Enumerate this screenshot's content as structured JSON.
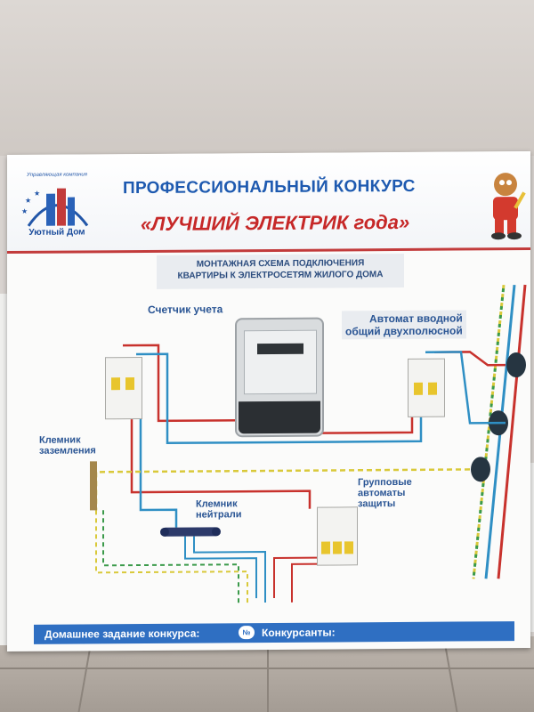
{
  "header": {
    "company_caption": "Управляющая компания",
    "logo_name": "Уютный Дом",
    "title_line1": "ПРОФЕССИОНАЛЬНЫЙ КОНКУРС",
    "title_line2": "«ЛУЧШИЙ ЭЛЕКТРИК года»"
  },
  "scheme": {
    "title_line1": "МОНТАЖНАЯ СХЕМА ПОДКЛЮЧЕНИЯ",
    "title_line2": "КВАРТИРЫ К ЭЛЕКТРОСЕТЯМ ЖИЛОГО ДОМА"
  },
  "labels": {
    "meter": "Счетчик учета",
    "main_breaker_line1": "Автомат вводной",
    "main_breaker_line2": "общий двухполюсной",
    "ground_terminal_line1": "Клемник",
    "ground_terminal_line2": "заземления",
    "neutral_terminal_line1": "Клемник",
    "neutral_terminal_line2": "нейтрали",
    "group_breakers_line1": "Групповые",
    "group_breakers_line2": "автоматы",
    "group_breakers_line3": "защиты"
  },
  "footer": {
    "homework": "Домашнее задание конкурса:",
    "number_badge": "№",
    "contestants": "Конкурсанты:"
  },
  "colors": {
    "title_blue": "#1e5ab0",
    "title_red": "#c62828",
    "wire_red": "#c8322d",
    "wire_blue": "#2f8fc4",
    "wire_ground_yellow": "#d9c93a",
    "wire_ground_green": "#3b9a4a",
    "footer_blue": "#2f6fc2"
  }
}
